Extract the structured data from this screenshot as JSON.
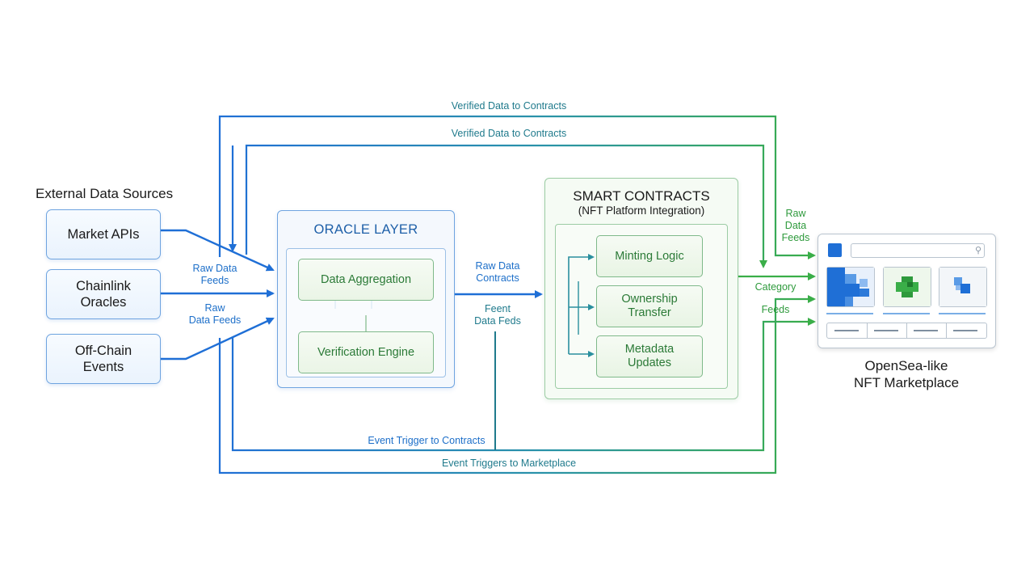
{
  "sources": {
    "title": "External Data Sources",
    "market_apis": "Market APIs",
    "chainlink": "Chainlink\nOracles",
    "offchain": "Off-Chain\nEvents"
  },
  "oracle": {
    "title": "ORACLE LAYER",
    "aggregation": "Data Aggregation",
    "verification": "Verification Engine"
  },
  "contracts": {
    "title": "SMART CONTRACTS",
    "subtitle": "(NFT Platform Integration)",
    "minting": "Minting Logic",
    "ownership": "Ownership\nTransfer",
    "metadata": "Metadata\nUpdates"
  },
  "marketplace": {
    "title": "OpenSea-like\nNFT Marketplace"
  },
  "flow_labels": {
    "verified_top": "Verified Data to Contracts",
    "verified_second": "Verified Data to Contracts",
    "raw_feeds_1": "Raw Data\nFeeds",
    "raw_feeds_2": "Raw\nData Feeds",
    "raw_contracts": "Raw Data\nContracts",
    "feent": "Feent\nData Feds",
    "raw_market": "Raw\nData\nFeeds",
    "category": "Category",
    "feeds": "Feeds",
    "event_contracts": "Event Trigger to Contracts",
    "event_marketplace": "Event Triggers to Marketplace"
  },
  "colors": {
    "blue": "#1f6fd6",
    "green": "#3aae48",
    "teal": "#1f7a8c"
  }
}
